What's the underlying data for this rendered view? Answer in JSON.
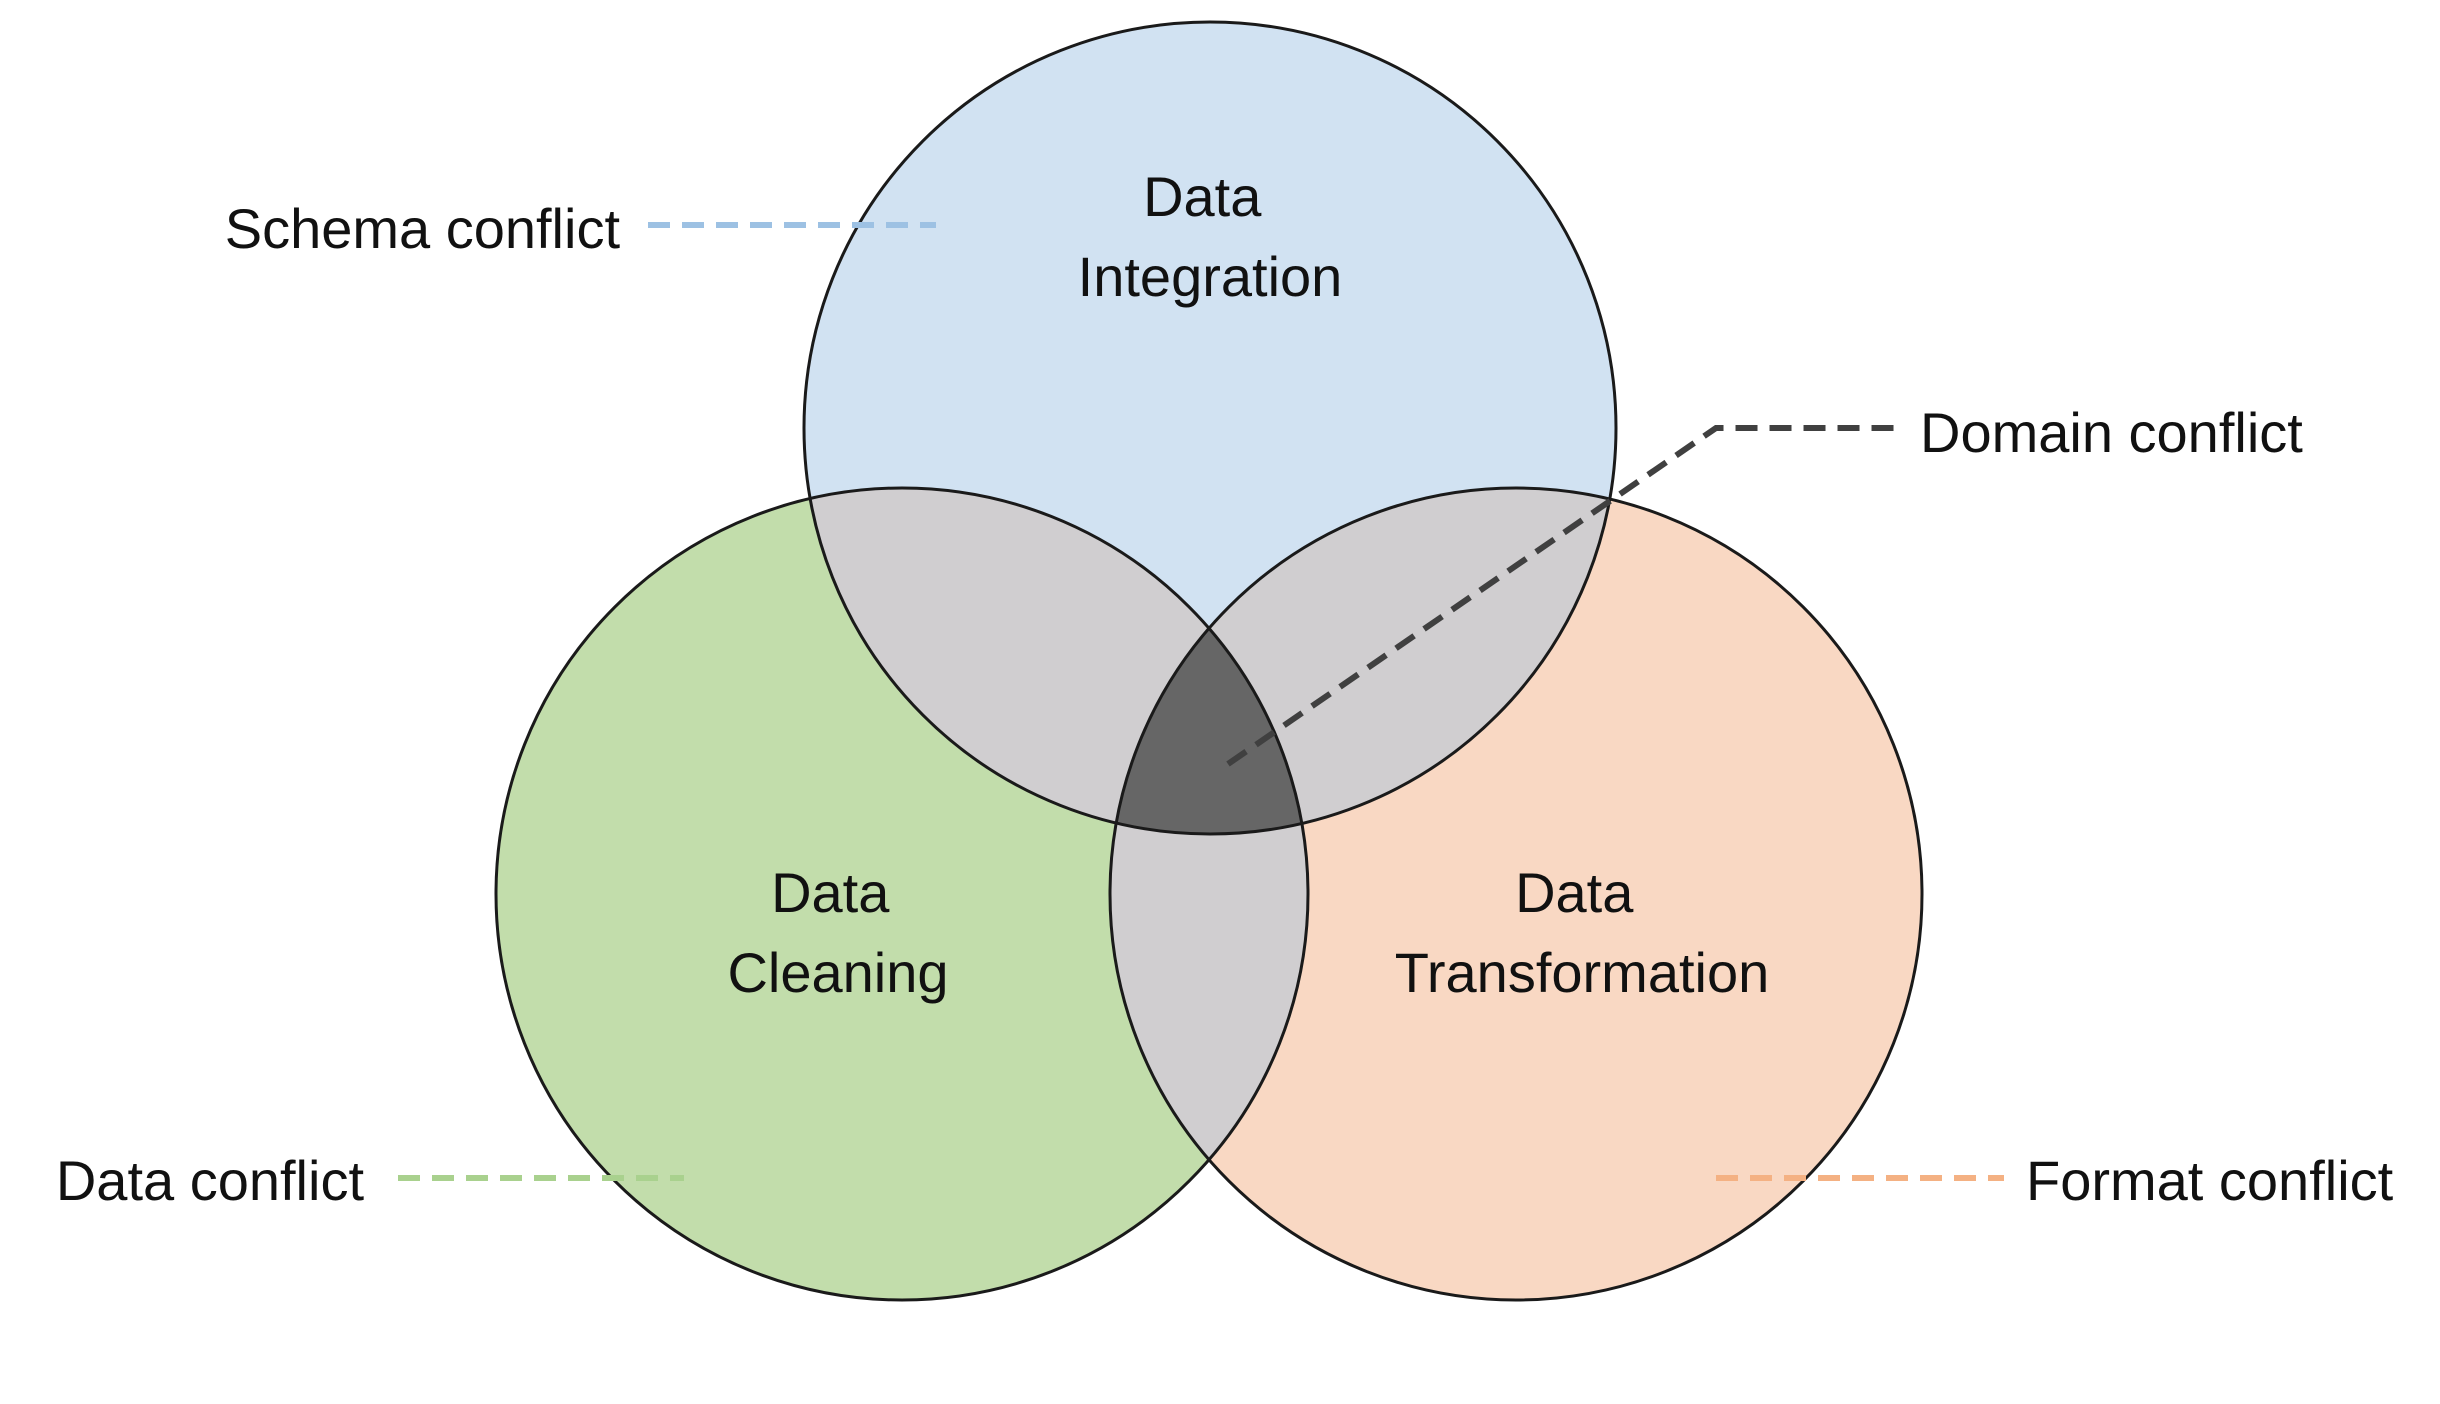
{
  "colors": {
    "integration": "#d1e2f2",
    "cleaning": "#c2ddab",
    "transformation": "#f9d8c3",
    "pair_overlap": "#d0ced0",
    "center_overlap": "#666666",
    "outline": "#1a1a1a",
    "schema_leader": "#9dc1e3",
    "data_leader": "#a9d18e",
    "format_leader": "#f4b183",
    "domain_leader": "#404040"
  },
  "sets": {
    "integration": {
      "line1": "Data",
      "line2": "Integration"
    },
    "cleaning": {
      "line1": "Data",
      "line2": "Cleaning"
    },
    "transformation": {
      "line1": "Data",
      "line2": "Transformation"
    }
  },
  "callouts": {
    "schema": "Schema conflict",
    "domain": "Domain conflict",
    "data": "Data conflict",
    "format": "Format conflict"
  }
}
